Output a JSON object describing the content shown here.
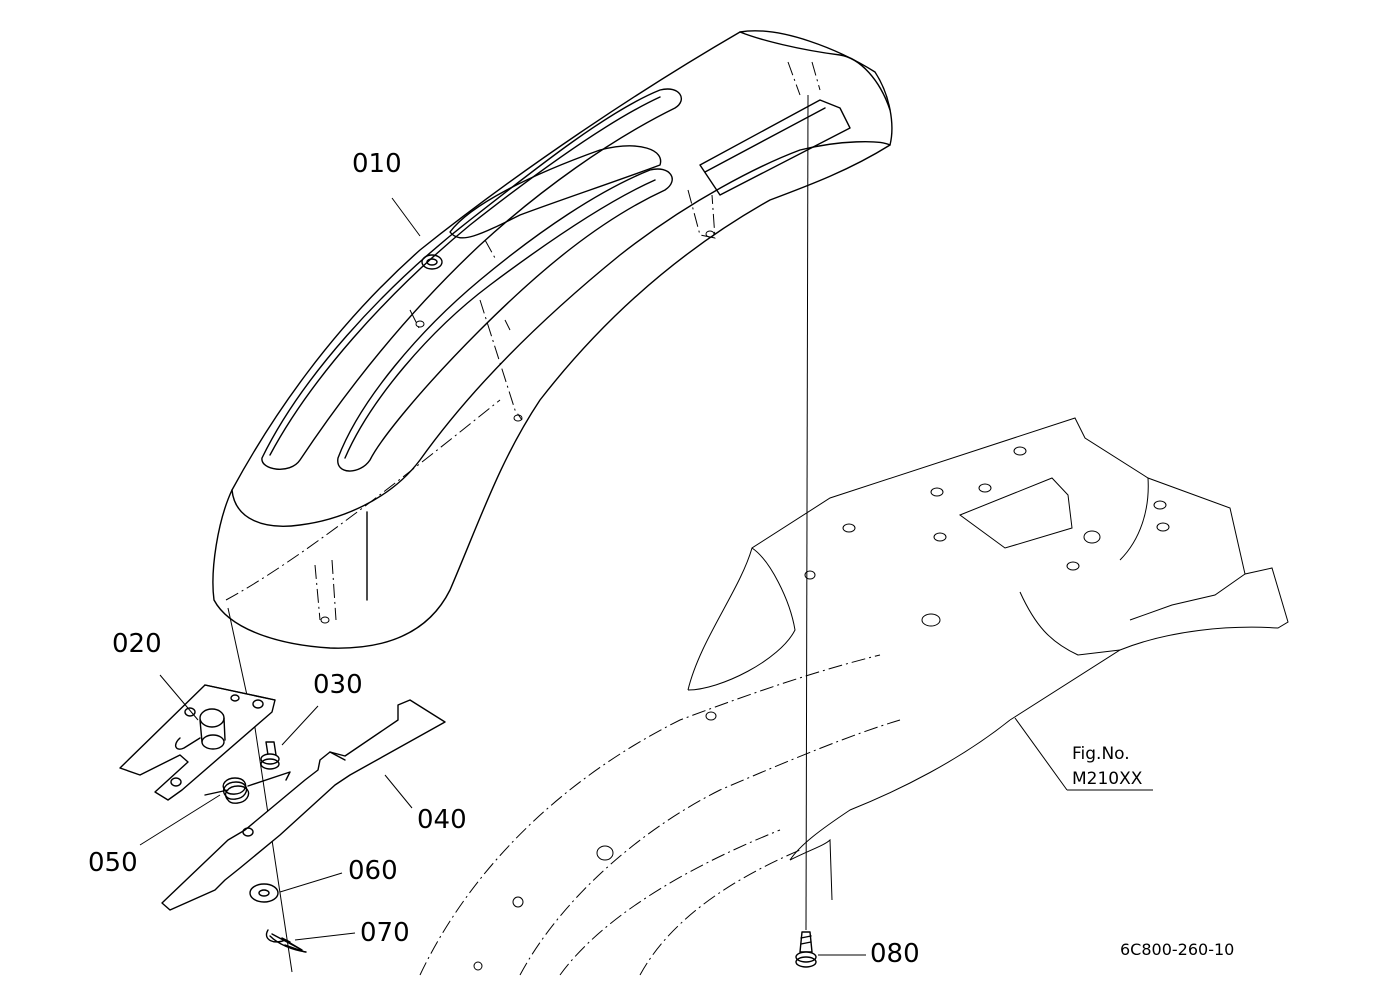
{
  "callouts": [
    {
      "id": "010",
      "label": "010"
    },
    {
      "id": "020",
      "label": "020"
    },
    {
      "id": "030",
      "label": "030"
    },
    {
      "id": "040",
      "label": "040"
    },
    {
      "id": "050",
      "label": "050"
    },
    {
      "id": "060",
      "label": "060"
    },
    {
      "id": "070",
      "label": "070"
    },
    {
      "id": "080",
      "label": "080"
    }
  ],
  "figure": {
    "ref_label": "Fig.No.",
    "ref_number": "M210XX",
    "drawing_code": "6C800-260-10"
  }
}
